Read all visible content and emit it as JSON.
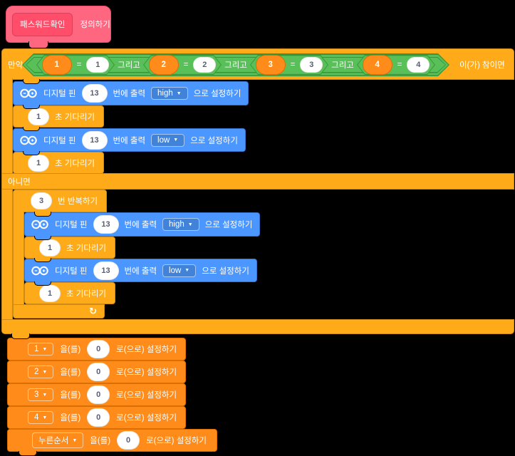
{
  "colors": {
    "canvas_bg": "#000000",
    "myblocks_pink": "#FF6680",
    "myblocks_pink_dark": "#FF4D6A",
    "control_orange": "#FFAB19",
    "data_orange": "#FF8C1A",
    "operator_green": "#59C059",
    "operator_green_dark": "#389438",
    "arduino_blue": "#4C97FF"
  },
  "define_block": {
    "prototype_label": "패스워드확인",
    "define_label": "정의하기"
  },
  "if_block": {
    "if_label": "만약",
    "then_label": "이(가) 참이면",
    "else_label": "아니면"
  },
  "condition": {
    "and_label": "그리고",
    "operator": "=",
    "pairs": [
      {
        "variable": "1",
        "value": "1"
      },
      {
        "variable": "2",
        "value": "2"
      },
      {
        "variable": "3",
        "value": "3"
      },
      {
        "variable": "4",
        "value": "4"
      }
    ]
  },
  "digital_pin_blocks": [
    {
      "prefix": "디지털 핀",
      "pin": "13",
      "mid": "번에 출력",
      "level": "high",
      "suffix": "으로 설정하기"
    },
    {
      "prefix": "디지털 핀",
      "pin": "13",
      "mid": "번에 출력",
      "level": "low",
      "suffix": "으로 설정하기"
    },
    {
      "prefix": "디지털 핀",
      "pin": "13",
      "mid": "번에 출력",
      "level": "high",
      "suffix": "으로 설정하기"
    },
    {
      "prefix": "디지털 핀",
      "pin": "13",
      "mid": "번에 출력",
      "level": "low",
      "suffix": "으로 설정하기"
    }
  ],
  "wait_blocks": [
    {
      "seconds": "1",
      "label": "초 기다리기"
    },
    {
      "seconds": "1",
      "label": "초 기다리기"
    },
    {
      "seconds": "1",
      "label": "초 기다리기"
    },
    {
      "seconds": "1",
      "label": "초 기다리기"
    }
  ],
  "repeat_block": {
    "count": "3",
    "label": "번 반복하기",
    "loop_icon": "↻"
  },
  "set_variable_blocks": [
    {
      "variable": "1",
      "label_mid": "을(를)",
      "value": "0",
      "label_suffix": "로(으로) 설정하기"
    },
    {
      "variable": "2",
      "label_mid": "을(를)",
      "value": "0",
      "label_suffix": "로(으로) 설정하기"
    },
    {
      "variable": "3",
      "label_mid": "을(를)",
      "value": "0",
      "label_suffix": "로(으로) 설정하기"
    },
    {
      "variable": "4",
      "label_mid": "을(를)",
      "value": "0",
      "label_suffix": "로(으로) 설정하기"
    },
    {
      "variable": "누른순서",
      "label_mid": "을(를)",
      "value": "0",
      "label_suffix": "로(으로) 설정하기"
    }
  ],
  "ui": {
    "dropdown_arrow": "▼"
  }
}
